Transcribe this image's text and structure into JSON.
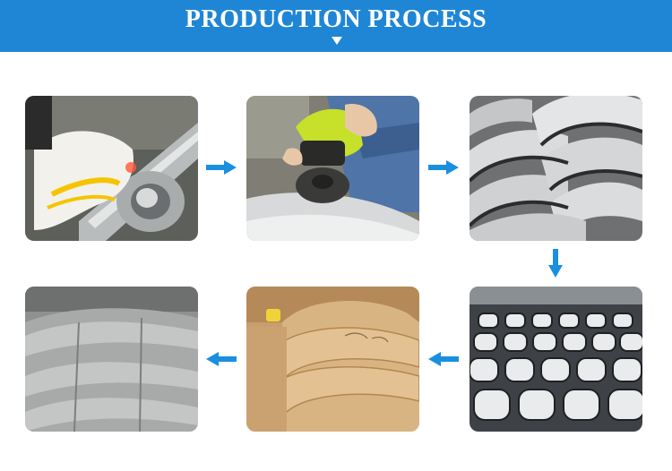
{
  "banner": {
    "title": "PRODUCTION PROCESS",
    "bg_color": "#1f86d6",
    "caret_icon": "caret-down-icon"
  },
  "steps": [
    {
      "image": "flange-pipe-welding-photo"
    },
    {
      "image": "angle-grinder-polishing-photo"
    },
    {
      "image": "stainless-pipe-clamps-stacked-photo"
    },
    {
      "image": "pipe-clamps-row-photo"
    },
    {
      "image": "cardboard-packing-photo"
    },
    {
      "image": "wrapped-clamps-bundle-photo"
    }
  ],
  "arrow_color": "#1a8fe0",
  "arrows": [
    "arrow-right-icon",
    "arrow-right-icon",
    "arrow-down-icon",
    "arrow-left-icon",
    "arrow-left-icon"
  ]
}
